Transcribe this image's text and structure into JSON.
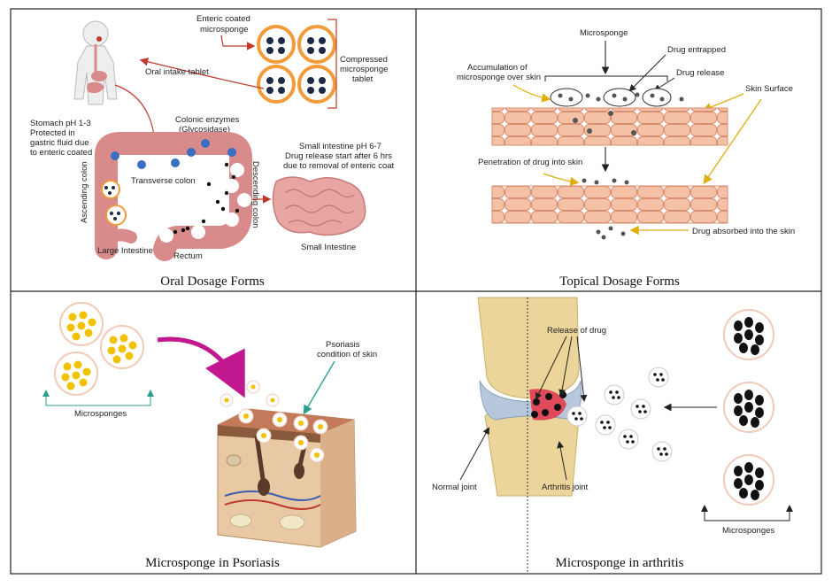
{
  "panels": {
    "oral": {
      "caption": "Oral Dosage Forms",
      "labels": {
        "enteric_1": "Enteric coated",
        "enteric_2": "microsponge",
        "compressed_1": "Compressed",
        "compressed_2": "microsponge",
        "compressed_3": "tablet",
        "oral_intake": "Oral intake tablet",
        "stomach_1": "Stomach pH 1-3",
        "stomach_2": "Protected in",
        "stomach_3": "gastric fluid due",
        "stomach_4": "to enteric coated",
        "colonic_1": "Colonic enzymes",
        "colonic_2": "(Glycosidase)",
        "small_1": "Small intestine pH 6-7",
        "small_2": "Drug release start after 6 hrs",
        "small_3": "due to removal of enteric coat",
        "transverse": "Transverse colon",
        "ascending": "Ascending colon",
        "descending": "Descending colon",
        "large_intestine": "Large Intestine",
        "rectum": "Rectum",
        "small_intestine": "Small Intestine"
      }
    },
    "topical": {
      "caption": "Topical Dosage Forms",
      "labels": {
        "microsponge": "Microsponge",
        "drug_entrapped": "Drug entrapped",
        "drug_release": "Drug release",
        "accum_1": "Accumulation of",
        "accum_2": "microsponge over skin",
        "skin_surface": "Skin Surface",
        "penetration": "Penetration of drug into skin",
        "absorbed": "Drug absorbed into the skin"
      }
    },
    "psoriasis": {
      "caption": "Microsponge in Psoriasis",
      "labels": {
        "microsponges": "Microsponges",
        "psoriasis_1": "Psoriasis",
        "psoriasis_2": "condition of skin"
      }
    },
    "arthritis": {
      "caption": "Microsponge in arthritis",
      "labels": {
        "release": "Release of drug",
        "normal": "Normal joint",
        "arthritis_joint": "Arthritis joint",
        "microsponges": "Microsponges"
      }
    }
  },
  "colors": {
    "border": "#222222",
    "arrow_red": "#c0392b",
    "intestine": "#d98a8a",
    "blue_dot": "#3a6fc4",
    "skin": "#f2b89a",
    "yellow_sponge": "#f2c200",
    "magenta_arrow": "#c2188f",
    "teal_arrow": "#2a9d8f",
    "yellow_arrow": "#f0c020",
    "bone": "#ecd59a"
  }
}
